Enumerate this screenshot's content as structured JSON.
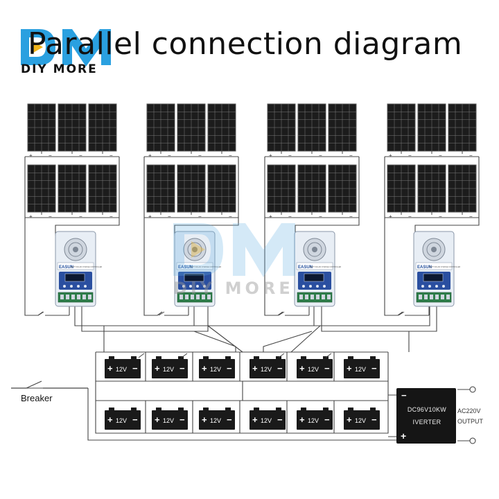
{
  "title": "Parallel connection diagram",
  "logo": {
    "letters": "DM",
    "text": "DIY MORE"
  },
  "watermark": {
    "letters": "DM",
    "text": "DIY MORE"
  },
  "colors": {
    "panel_cell": "#1c1c1c",
    "panel_grid": "#7a7a7a",
    "wire": "#444444",
    "battery": "#1a1a1a",
    "controller_body": "#e8eef5",
    "controller_screen_panel": "#2a4fa0",
    "logo_blue": "#2aa0e0"
  },
  "controllers": [
    {
      "brand": "EASUN",
      "label": "MPPT SOLAR CHARGE CONTROLLER"
    },
    {
      "brand": "EASUN",
      "label": "MPPT SOLAR CHARGE CONTROLLER"
    },
    {
      "brand": "EASUN",
      "label": "MPPT SOLAR CHARGE CONTROLLER"
    },
    {
      "brand": "EASUN",
      "label": "MPPT SOLAR CHARGE CONTROLLER"
    }
  ],
  "battery": {
    "label": "12V",
    "plus": "+",
    "minus": "−"
  },
  "breaker": {
    "label": "Breaker"
  },
  "inverter": {
    "model": "DC96V10KW",
    "name": "IVERTER",
    "plus": "+",
    "minus": "−",
    "output_voltage": "AC220V",
    "output_label": "OUTPUT"
  },
  "panel_terminals": {
    "plus": "+",
    "minus": "−"
  }
}
